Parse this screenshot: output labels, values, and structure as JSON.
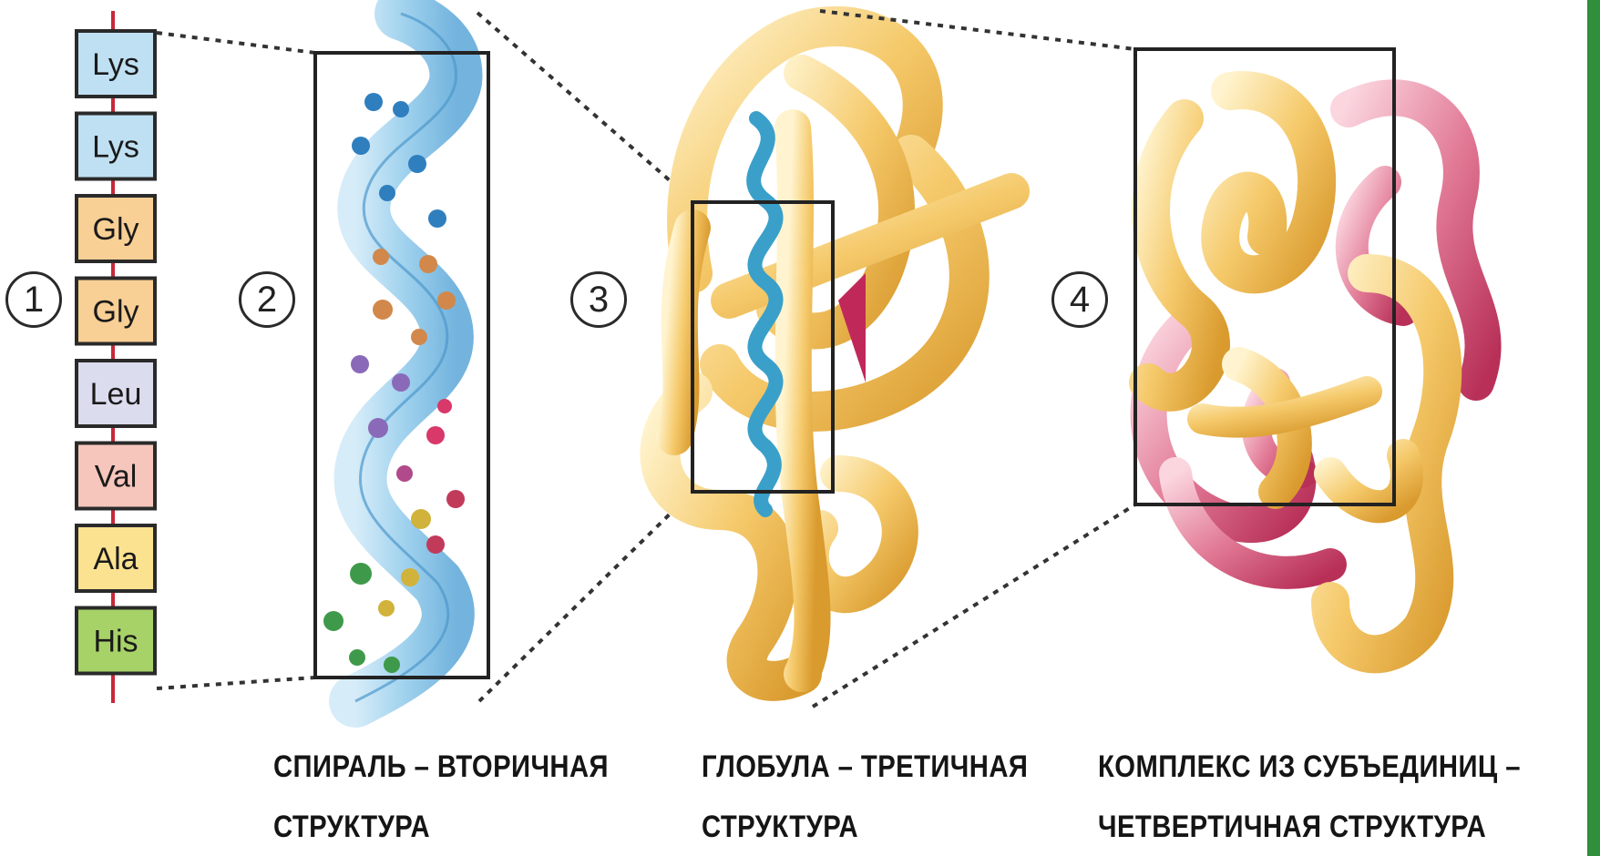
{
  "step_numbers": [
    "1",
    "2",
    "3",
    "4"
  ],
  "amino_acids": [
    {
      "label": "Lys",
      "color": "#bfe0f2"
    },
    {
      "label": "Lys",
      "color": "#bfe0f2"
    },
    {
      "label": "Gly",
      "color": "#f8cf94"
    },
    {
      "label": "Gly",
      "color": "#f8cf94"
    },
    {
      "label": "Leu",
      "color": "#dcdcef"
    },
    {
      "label": "Val",
      "color": "#f6c6bc"
    },
    {
      "label": "Ala",
      "color": "#fbe291"
    },
    {
      "label": "His",
      "color": "#a7d268"
    }
  ],
  "captions": {
    "secondary_line1": "СПИРАЛЬ – ВТОРИЧНАЯ",
    "secondary_line2": "СТРУКТУРА",
    "tertiary_line1": "ГЛОБУЛА – ТРЕТИЧНАЯ",
    "tertiary_line2": "СТРУКТУРА",
    "quaternary_line1": "КОМПЛЕКС ИЗ СУБЪЕДИНИЦ –",
    "quaternary_line2": "ЧЕТВЕРТИЧНАЯ СТРУКТУРА"
  },
  "colors": {
    "backbone": "#c8283a",
    "helix": "#8ec9ea",
    "globule": "#f3c76a",
    "subunit_pink": "#d8557a",
    "accent_green": "#2f8f3a"
  }
}
